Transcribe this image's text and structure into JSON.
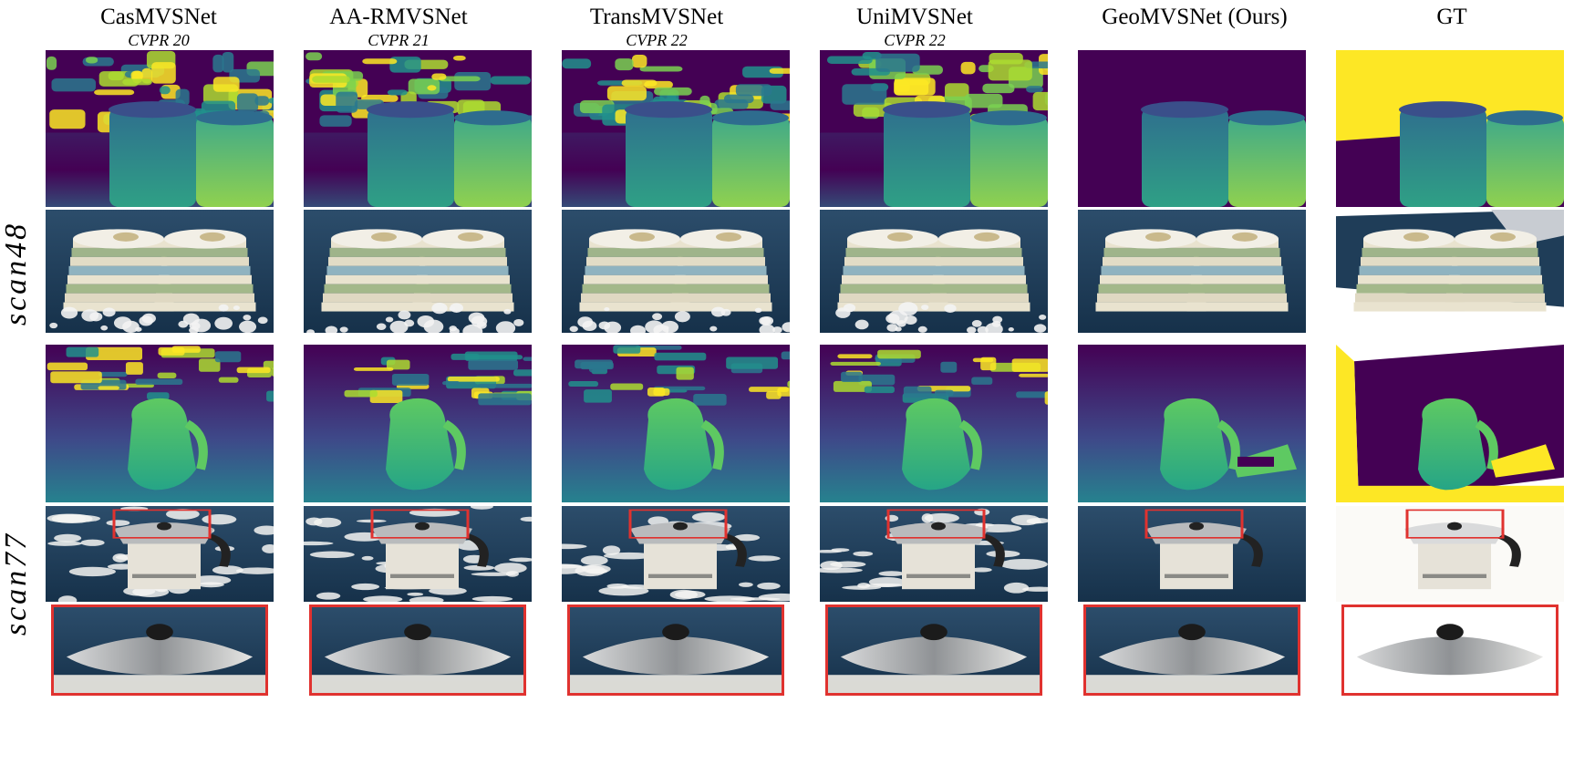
{
  "columns": [
    {
      "method": "CasMVSNet",
      "venue": "CVPR 20"
    },
    {
      "method": "AA-RMVSNet",
      "venue": "CVPR 21"
    },
    {
      "method": "TransMVSNet",
      "venue": "CVPR 22"
    },
    {
      "method": "UniMVSNet",
      "venue": "CVPR 22"
    },
    {
      "method": "GeoMVSNet (Ours)",
      "venue": ""
    },
    {
      "method": "GT",
      "venue": ""
    }
  ],
  "rows": [
    {
      "label": "scan48"
    },
    {
      "label": "scan77"
    }
  ],
  "colors": {
    "depth_far": "#440154",
    "depth_mid": "#21918c",
    "depth_near": "#fde725",
    "pointcloud_bg": "#1b3a55",
    "highlight_box": "#e0322f"
  }
}
